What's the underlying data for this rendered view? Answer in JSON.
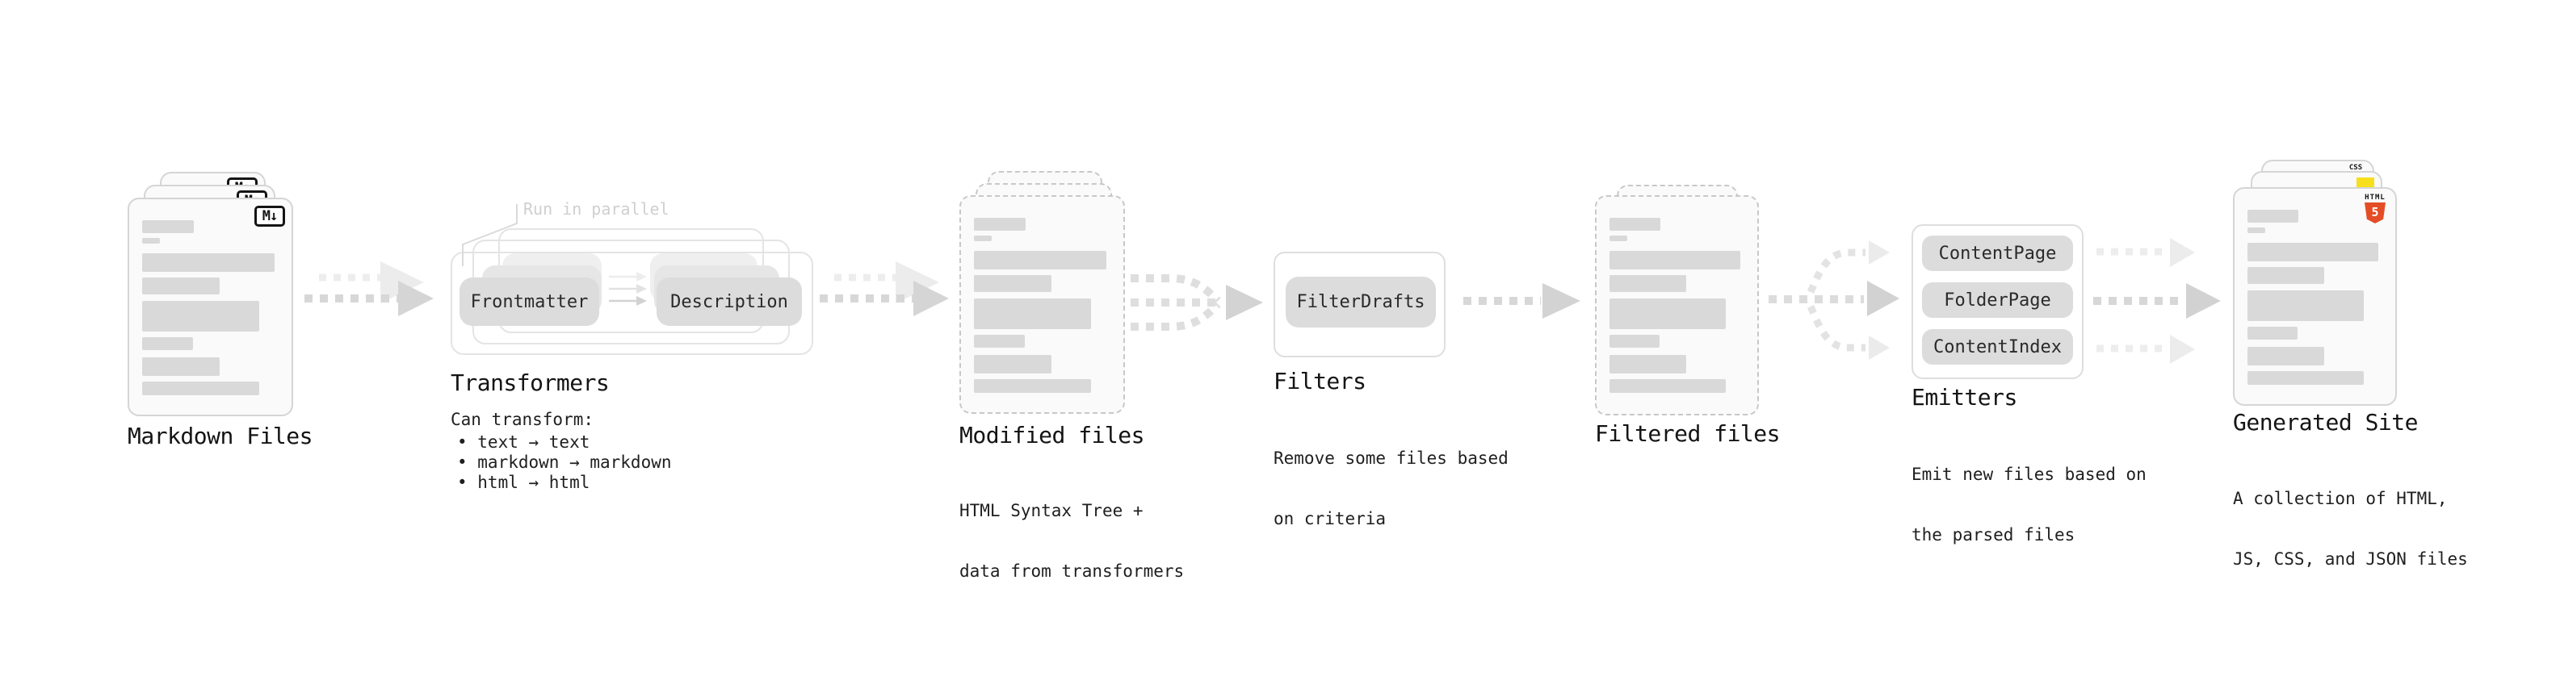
{
  "colors": {
    "html5_orange": "#e44d26",
    "js_yellow": "#f7df1e",
    "css_blue": "#2965f1"
  },
  "groups": {
    "markdown": {
      "label": "Markdown Files",
      "icon_label": "M↓"
    },
    "transformers": {
      "label": "Transformers",
      "note": "Run in parallel",
      "input_button": "Frontmatter",
      "output_button": "Description",
      "desc_title": "Can transform:",
      "bullets": [
        "• text → text",
        "• markdown → markdown",
        "• html → html"
      ]
    },
    "modified": {
      "label": "Modified files",
      "desc_lines": [
        "HTML Syntax Tree +",
        "data from transformers"
      ]
    },
    "filters": {
      "label": "Filters",
      "button": "FilterDrafts",
      "desc_lines": [
        "Remove some files based",
        "on criteria"
      ]
    },
    "filtered": {
      "label": "Filtered files"
    },
    "emitters": {
      "label": "Emitters",
      "buttons": [
        "ContentPage",
        "FolderPage",
        "ContentIndex"
      ],
      "desc_lines": [
        "Emit new files based on",
        "the parsed files"
      ]
    },
    "site": {
      "label": "Generated Site",
      "desc_lines": [
        "A collection of HTML,",
        "JS, CSS, and JSON files"
      ],
      "badges": {
        "html_label": "HTML",
        "html_number": "5",
        "css_label": "CSS"
      }
    }
  }
}
